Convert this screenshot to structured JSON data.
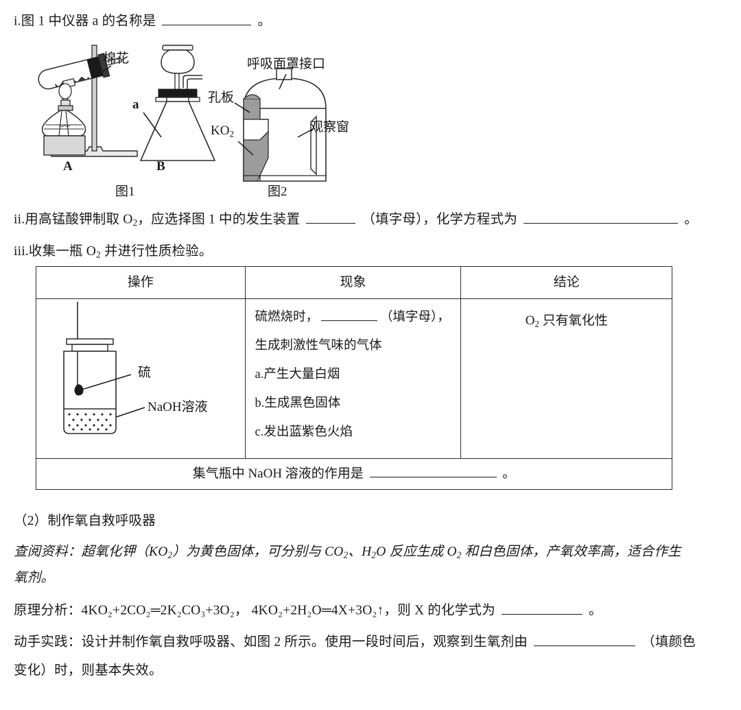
{
  "question": {
    "item_i": {
      "prefix": "i.图 1 中仪器 a 的名称是",
      "suffix": "。"
    },
    "item_ii": {
      "part1": "ii.用高锰酸钾制取 O",
      "sub1": "2",
      "part2": "，应选择图 1 中的发生装置",
      "part3": "（填字母），化学方程式为",
      "suffix": "。"
    },
    "item_iii": {
      "part1": "iii.收集一瓶 O",
      "sub1": "2",
      "part2": " 并进行性质检验。"
    }
  },
  "figure1": {
    "caption": "图1",
    "label_a": "A",
    "label_b": "B",
    "cotton_label": "棉花",
    "instrument_a_label": "a"
  },
  "figure2": {
    "caption": "图2",
    "mask_port_label": "呼吸面罩接口",
    "plate_label": "孔板",
    "ko2_label": "KO",
    "ko2_sub": "2",
    "window_label": "观察窗"
  },
  "table": {
    "headers": [
      "操作",
      "现象",
      "结论"
    ],
    "operation_diagram": {
      "sulfur_label": "硫",
      "naoh_label": "NaOH溶液"
    },
    "phenomenon": {
      "line1_a": "硫燃烧时，",
      "line1_b": "（填字母），",
      "line2": "生成刺激性气味的气体",
      "line3": "a.产生大量白烟",
      "line4": "b.生成黑色固体",
      "line5": "c.发出蓝紫色火焰"
    },
    "conclusion": {
      "part1": "O",
      "sub1": "2",
      "part2": " 只有氧化性"
    },
    "footer": {
      "part1": "集气瓶中 NaOH 溶液的作用是",
      "suffix": "。"
    }
  },
  "section2": {
    "title": "（2）制作氧自救呼吸器",
    "reference": {
      "p1": "查阅资料：超氧化钾（KO",
      "sub1": "2",
      "p2": "）为黄色固体，可分别与 CO",
      "sub2": "2",
      "p3": "、H",
      "sub3": "2",
      "p4": "O 反应生成 O",
      "sub4": "2",
      "p5": " 和白色固体，产氧效率高，适合作生",
      "p6": "氧剂。"
    },
    "principle": {
      "prefix": "原理分析：",
      "equation1": "4KO₂+2CO₂═2K₂CO₃+3O₂",
      "separator": "，",
      "equation2": "4KO₂+2H₂O═4X+3O₂↑",
      "middle": "，则 X 的化学式为",
      "suffix": "。"
    },
    "practice": {
      "part1": "动手实践：设计并制作氧自救呼吸器、如图 2 所示。使用一段时间后，观察到生氧剂由",
      "part2": "（填颜色",
      "part3": "变化）时，则基本失效。"
    }
  },
  "colors": {
    "ink": "#1a1a1a",
    "fill_gray": "#9c9c9c",
    "fill_light": "#d8d8d8",
    "white": "#ffffff"
  }
}
